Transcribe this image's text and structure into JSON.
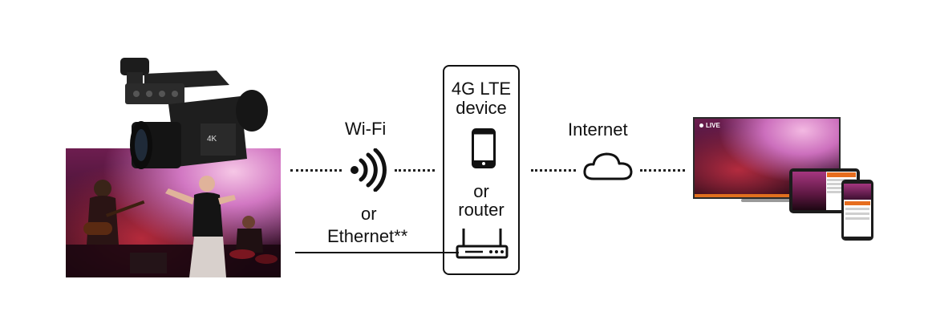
{
  "labels": {
    "wifi": "Wi-Fi",
    "or_left": "or",
    "ethernet": "Ethernet**",
    "device_line1": "4G LTE",
    "device_line2": "device",
    "or_box": "or",
    "router": "router",
    "internet": "Internet"
  },
  "tv": {
    "live_badge": "LIVE"
  },
  "icons": [
    "wifi-signal-icon",
    "smartphone-icon",
    "router-icon",
    "cloud-icon"
  ],
  "colors": {
    "line": "#111111",
    "accent": "#e0701f"
  }
}
